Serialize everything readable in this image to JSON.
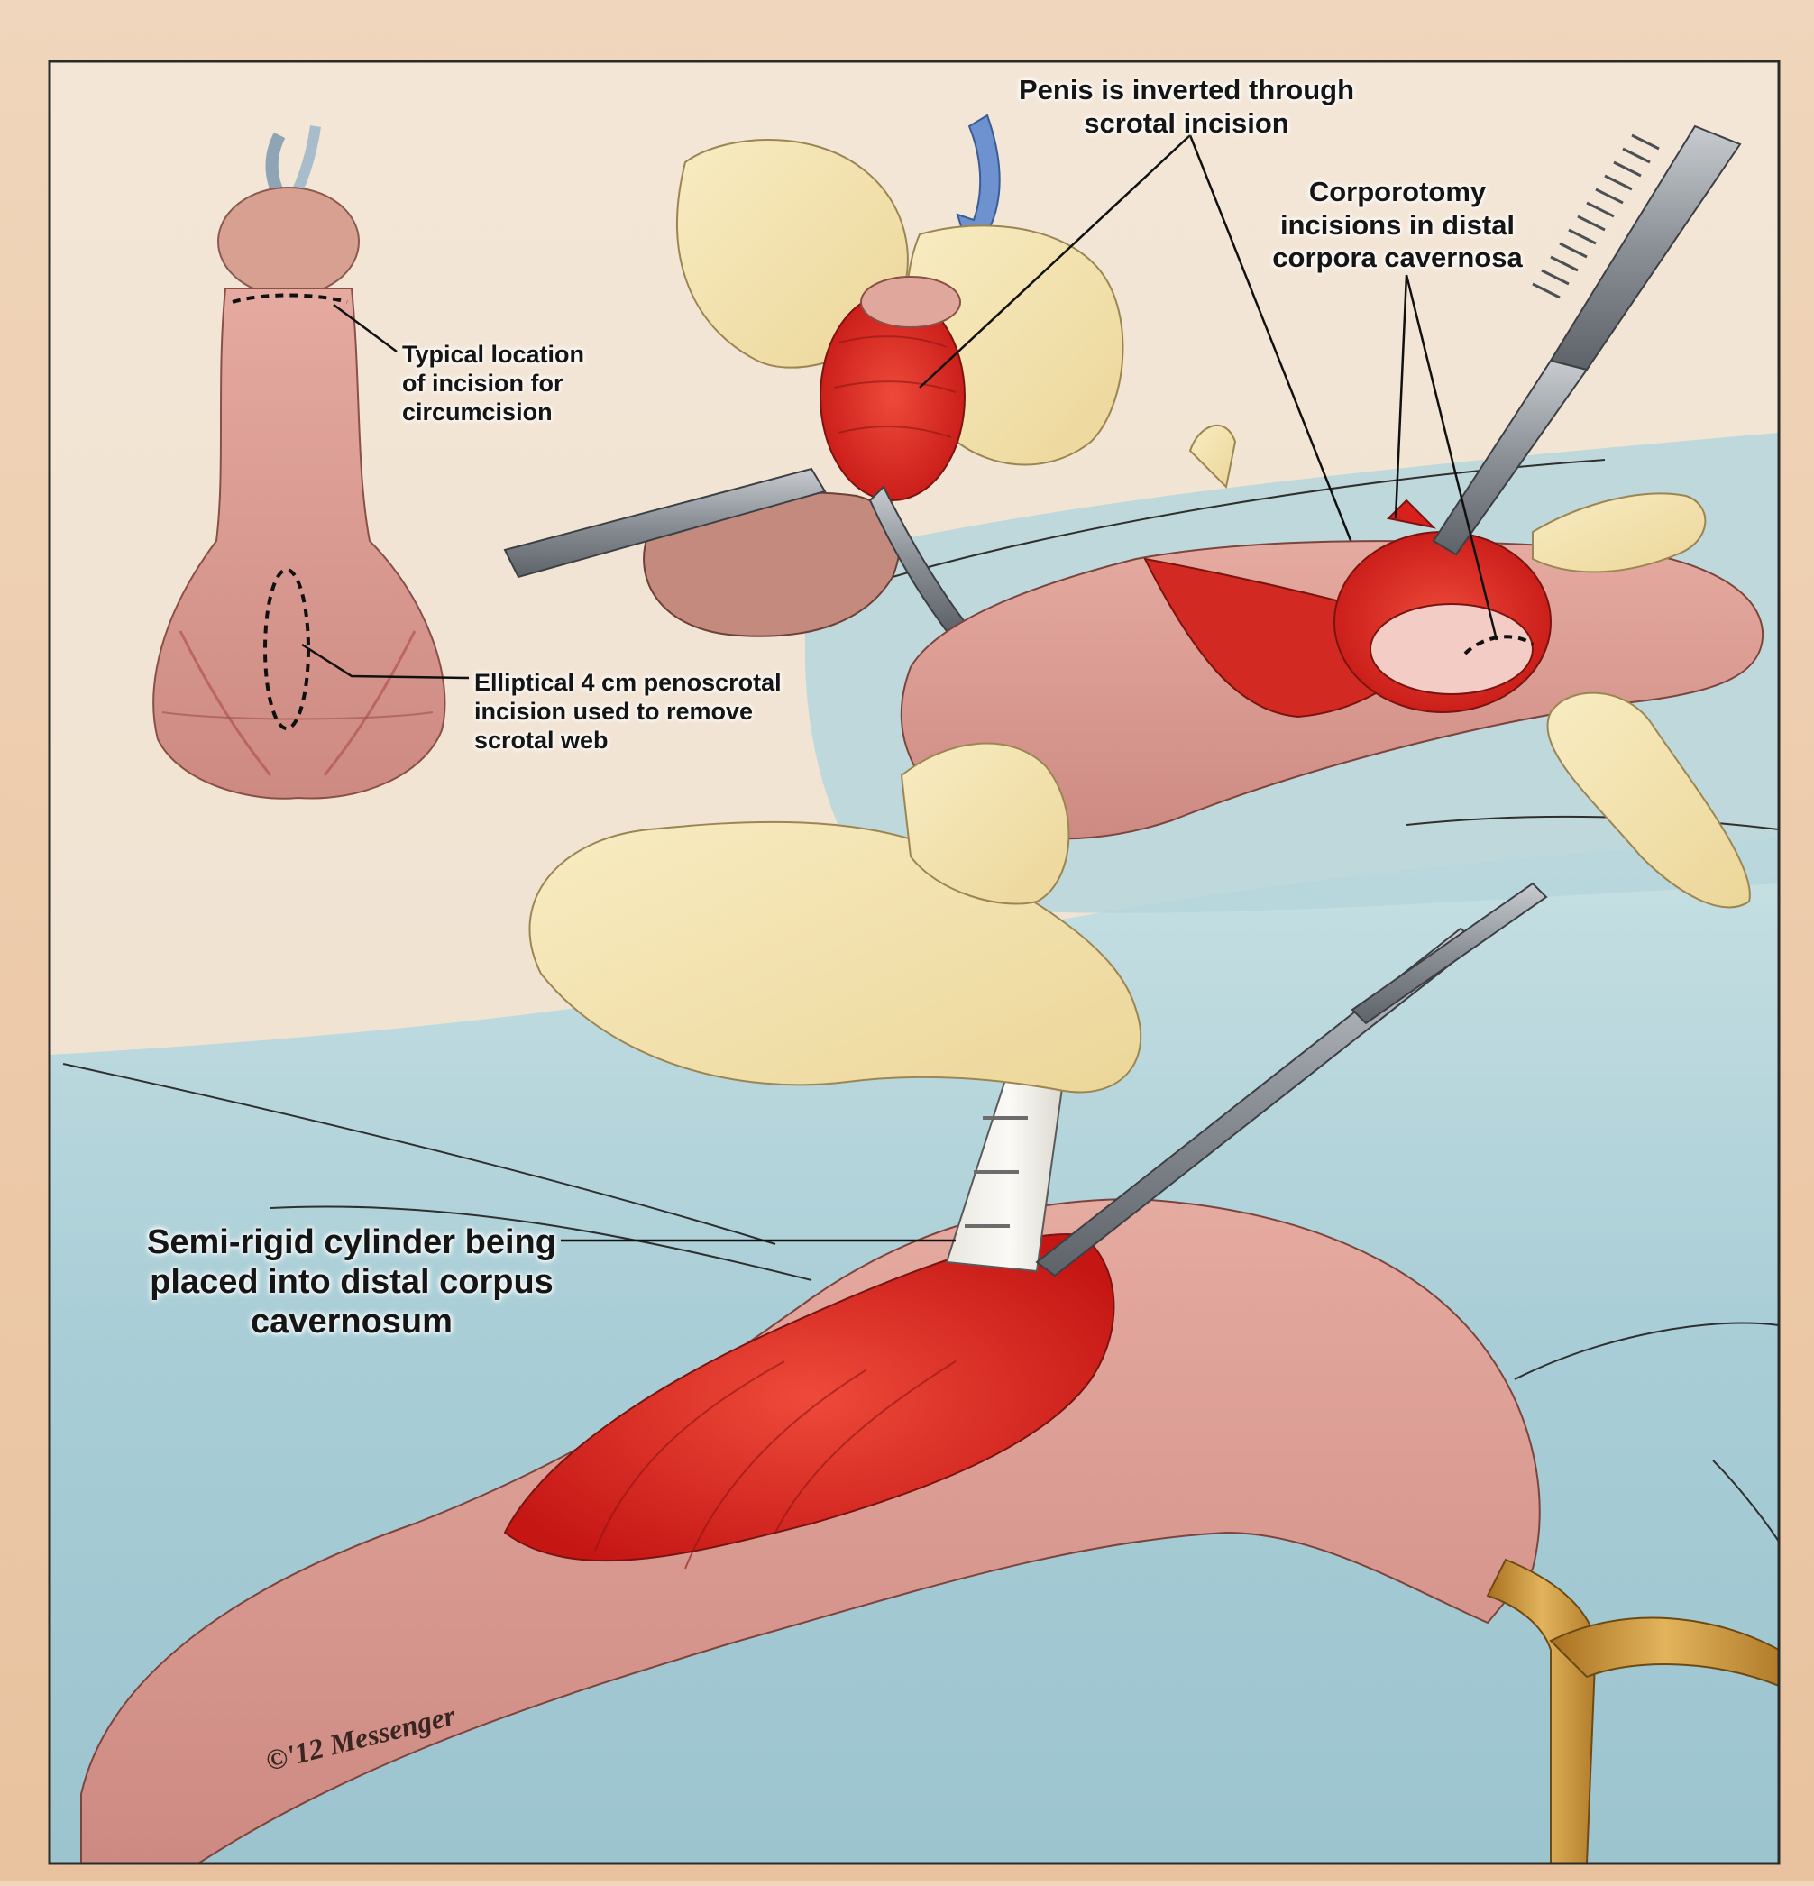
{
  "labels": {
    "typical_incision": [
      "Typical location",
      "of incision for",
      "circumcision"
    ],
    "elliptical_incision": [
      "Elliptical 4 cm penoscrotal",
      "incision used to remove",
      "scrotal web"
    ],
    "penis_inverted": [
      "Penis is inverted through",
      "scrotal incision"
    ],
    "corporotomy": [
      "Corporotomy",
      "incisions in distal",
      "corpora cavernosa"
    ],
    "semi_rigid": [
      "Semi-rigid cylinder being",
      "placed into distal corpus",
      "cavernosum"
    ]
  },
  "signature": "©'12 Messenger",
  "colors": {
    "frame_border": "#2b2b2b",
    "drape_blue": "#a9cfd8",
    "skin": "#d99a92",
    "tissue_red": "#d8201c",
    "glove": "#f3e3ad",
    "instrument": "#8c9298",
    "catheter": "#c98f3c",
    "arrow": "#6d92cf"
  }
}
